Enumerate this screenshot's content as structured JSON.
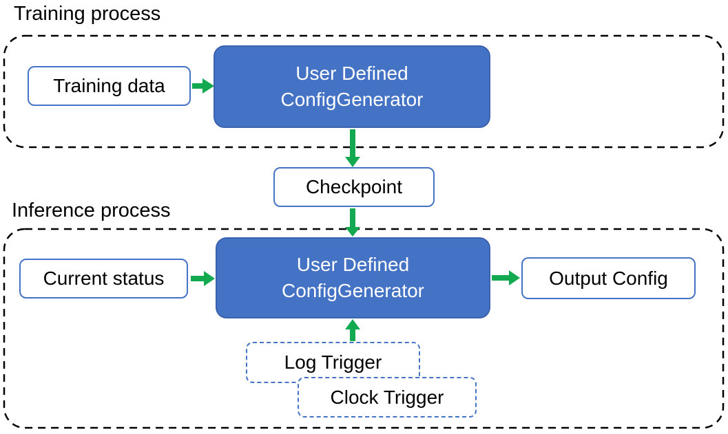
{
  "colors": {
    "node_fill": "#4472c4",
    "node_border": "#3a62ae",
    "node_text": "#ffffff",
    "box_border": "#4472c4",
    "arrow": "#12a950",
    "container_border": "#000000",
    "text": "#000000",
    "background": "#ffffff"
  },
  "training": {
    "section_label": "Training process",
    "input_label": "Training data",
    "generator_line1": "User Defined",
    "generator_line2": "ConfigGenerator"
  },
  "checkpoint_label": "Checkpoint",
  "inference": {
    "section_label": "Inference process",
    "input_label": "Current status",
    "generator_line1": "User Defined",
    "generator_line2": "ConfigGenerator",
    "output_label": "Output Config",
    "trigger1_label": "Log Trigger",
    "trigger2_label": "Clock Trigger"
  }
}
